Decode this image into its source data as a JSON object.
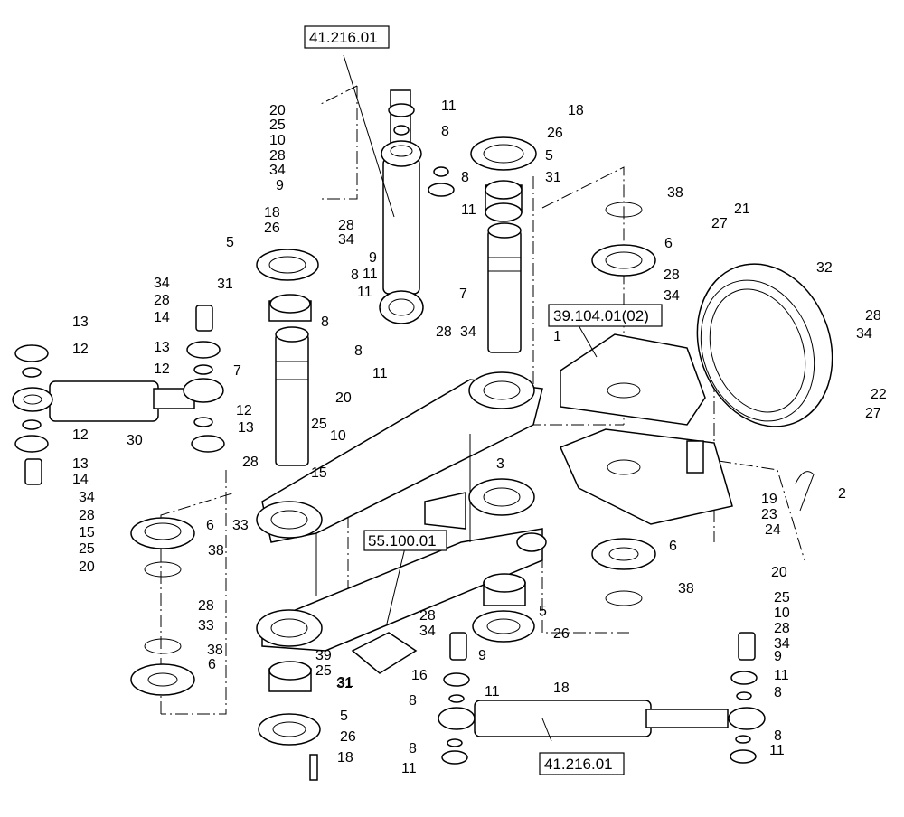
{
  "references": [
    {
      "id": "ref-top",
      "text": "41.216.01"
    },
    {
      "id": "ref-rotary",
      "text": "39.104.01(02)"
    },
    {
      "id": "ref-mid",
      "text": "55.100.01"
    },
    {
      "id": "ref-bottom",
      "text": "41.216.01"
    }
  ],
  "callouts": [
    "20",
    "25",
    "10",
    "28",
    "34",
    "9",
    "11",
    "8",
    "8",
    "11",
    "18",
    "26",
    "5",
    "31",
    "8",
    "11",
    "38",
    "6",
    "21",
    "27",
    "32",
    "28",
    "34",
    "28",
    "34",
    "9",
    "11",
    "18",
    "26",
    "5",
    "8",
    "8",
    "11",
    "7",
    "28",
    "34",
    "1",
    "28",
    "34",
    "22",
    "27",
    "34",
    "28",
    "14",
    "31",
    "13",
    "12",
    "13",
    "12",
    "7",
    "12",
    "13",
    "12",
    "30",
    "13",
    "14",
    "34",
    "28",
    "15",
    "25",
    "20",
    "20",
    "25",
    "10",
    "15",
    "3",
    "2",
    "19",
    "23",
    "24",
    "28",
    "33",
    "6",
    "38",
    "6",
    "38",
    "28",
    "33",
    "38",
    "6",
    "31",
    "28",
    "34",
    "9",
    "5",
    "26",
    "18",
    "20",
    "25",
    "10",
    "28",
    "34",
    "9",
    "11",
    "8",
    "8",
    "11",
    "39",
    "25",
    "16",
    "31",
    "5",
    "26",
    "18",
    "11",
    "8",
    "8",
    "11"
  ]
}
